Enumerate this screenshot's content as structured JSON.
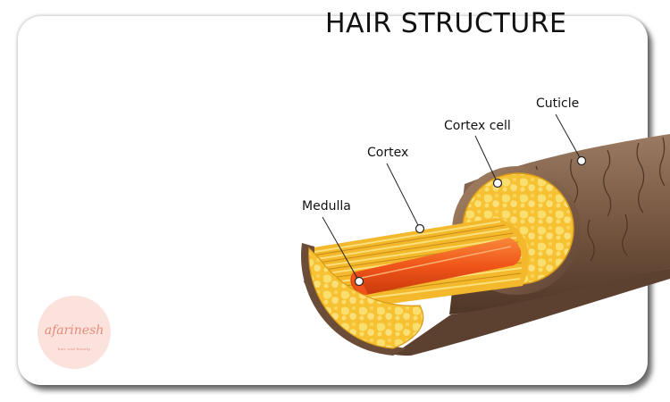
{
  "title": "HAIR STRUCTURE",
  "labels": {
    "cuticle": "Cuticle",
    "cortex_cell": "Cortex cell",
    "cortex": "Cortex",
    "medulla": "Medulla"
  },
  "watermark": {
    "text": "afarinesh",
    "tagline": "hair and beauty"
  },
  "colors": {
    "cuticle_brown": "#7a5a44",
    "cortex_yellow": "#f6c234",
    "cortex_cell_light": "#f9d65c",
    "medulla_orange": "#f0541a",
    "logo_pink": "#fbe2dc"
  }
}
